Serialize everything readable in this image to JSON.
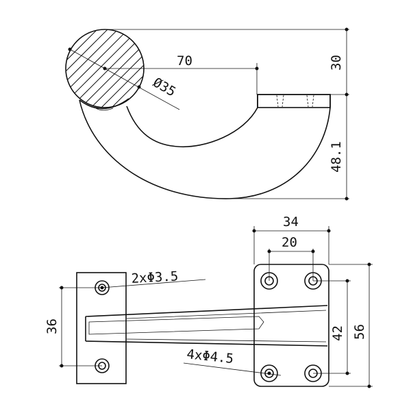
{
  "dimensions": {
    "side_view": {
      "length": "70",
      "diameter": "Ø35",
      "top_height": "30",
      "bottom_height": "48.1"
    },
    "bottom_view": {
      "plate_width": "34",
      "hole_spacing_x": "20",
      "left_hole_spacing": "36",
      "right_hole_spacing": "42",
      "plate_height": "56",
      "small_holes": "2xΦ3.5",
      "large_holes": "4xΦ4.5"
    }
  }
}
